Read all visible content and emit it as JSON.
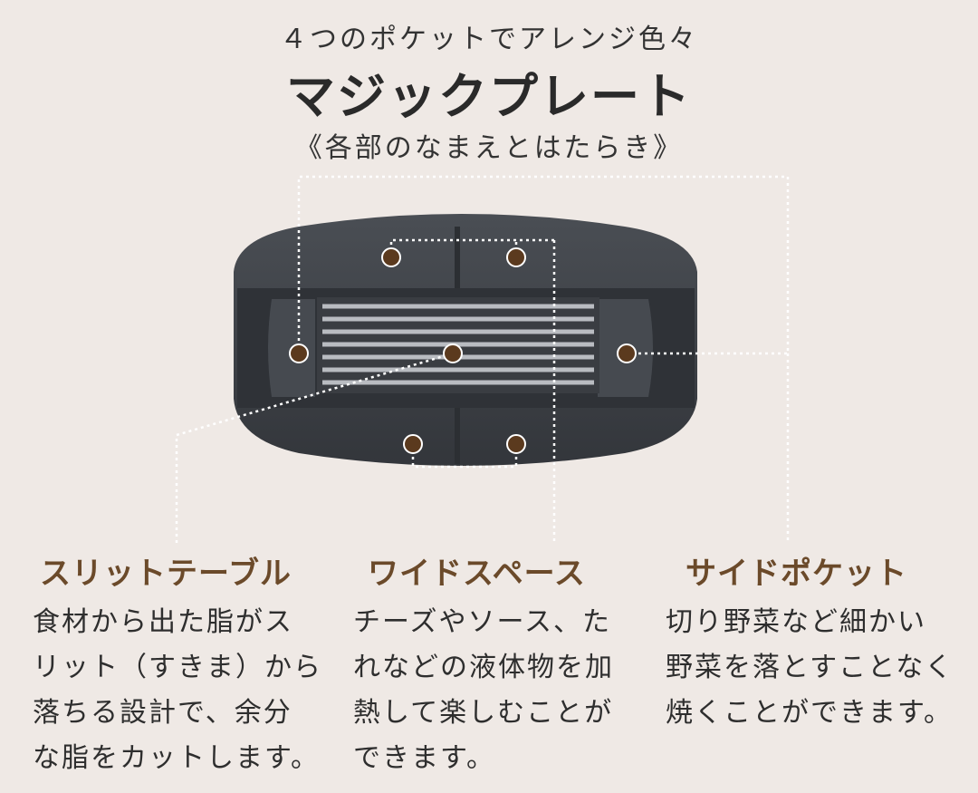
{
  "header": {
    "subtitle": "４つのポケットでアレンジ色々",
    "title": "マジックプレート",
    "caption": "《各部のなまえとはたらき》"
  },
  "parts": [
    {
      "name": "スリットテーブル",
      "description": "食材から出た脂がス\nリット（すきま）から\n落ちる設計で、余分\nな脂をカットします。"
    },
    {
      "name": "ワイドスペース",
      "description": "チーズやソース、た\nれなどの液体物を加\n熱して楽しむことが\nできます。"
    },
    {
      "name": "サイドポケット",
      "description": "切り野菜など細かい\n野菜を落とすことなく\n焼くことができます。"
    }
  ],
  "colors": {
    "background": "#efe9e5",
    "plate": "#3c4045",
    "marker": "#5b3a1e",
    "heading": "#6b4a2a"
  }
}
